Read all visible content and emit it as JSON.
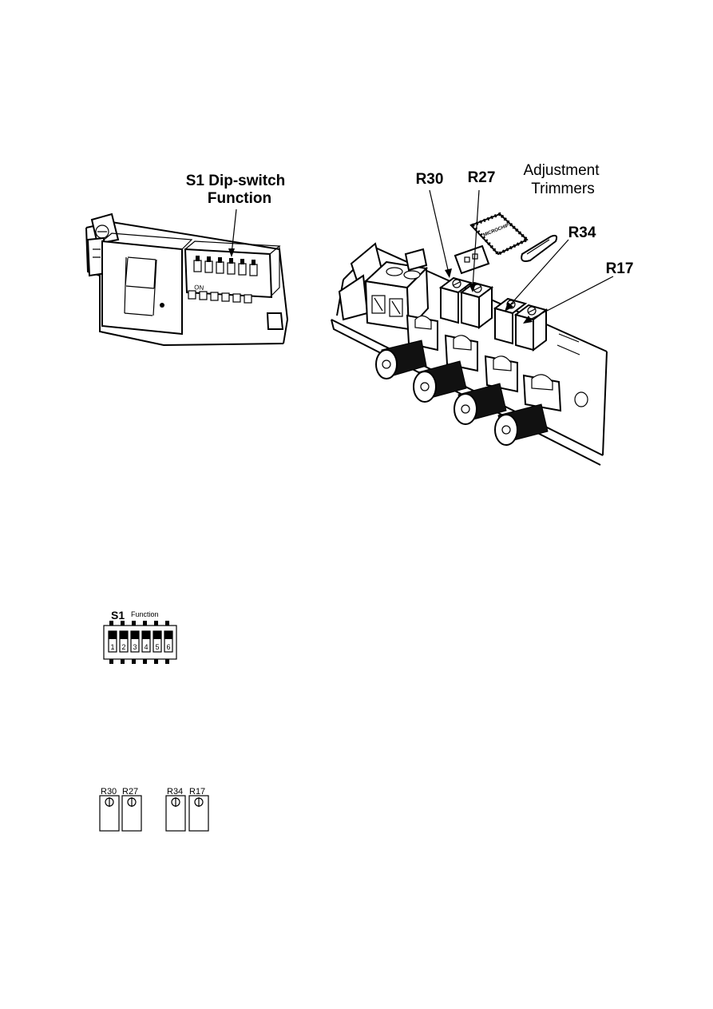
{
  "figure_top_left": {
    "callout_line1": "S1 Dip-switch",
    "callout_line2": "Function",
    "switch_marking": "ON"
  },
  "figure_top_right": {
    "label_r30": "R30",
    "label_r27": "R27",
    "label_adjust_line1": "Adjustment",
    "label_adjust_line2": "Trimmers",
    "label_r34": "R34",
    "label_r17": "R17",
    "chip_text": "MICROCHIP"
  },
  "dip_diagram": {
    "label_s1": "S1",
    "label_function": "Function",
    "switches": [
      "1",
      "2",
      "3",
      "4",
      "5",
      "6"
    ]
  },
  "trimmer_diagram": {
    "labels": [
      "R30",
      "R27",
      "R34",
      "R17"
    ]
  }
}
